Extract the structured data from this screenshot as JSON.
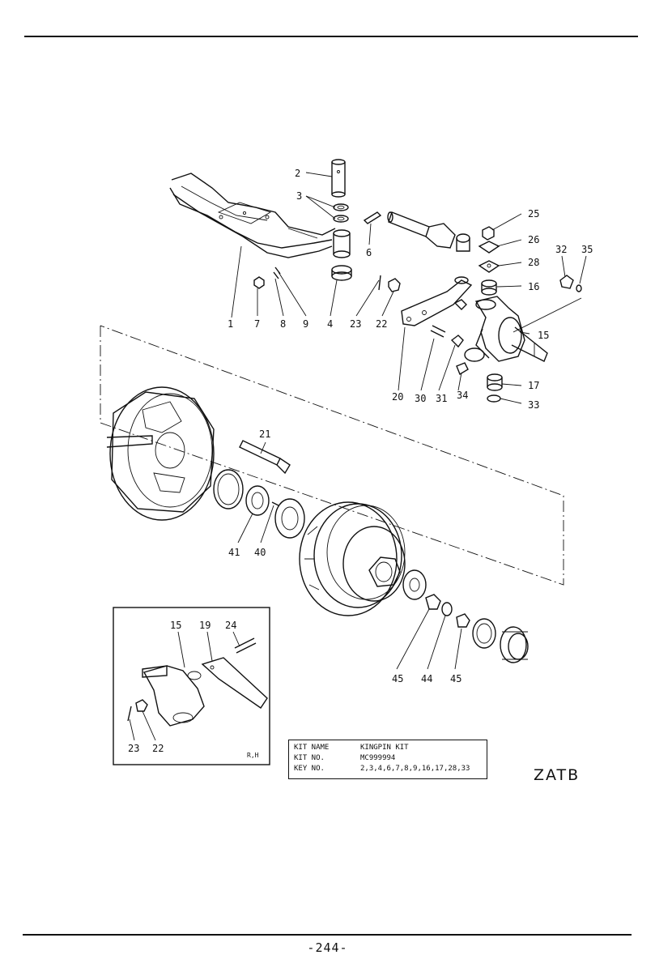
{
  "page": {
    "number": "-244-"
  },
  "diagram_code": "ZATB",
  "kit": {
    "name_key": "KIT  NAME",
    "name_value": "KINGPIN KIT",
    "no_key": "KIT  NO.",
    "no_value": "MC999994",
    "parts_key": "KEY  NO.",
    "parts_value": "2,3,4,6,7,8,9,16,17,28,33"
  },
  "inset": {
    "side_label": "R,H"
  },
  "callouts": {
    "c1": "1",
    "c2": "2",
    "c3": "3",
    "c4": "4",
    "c6": "6",
    "c7": "7",
    "c8": "8",
    "c9": "9",
    "c15": "15",
    "c16": "16",
    "c17": "17",
    "c20": "20",
    "c21": "21",
    "c22": "22",
    "c23": "23",
    "c25": "25",
    "c26": "26",
    "c28": "28",
    "c30": "30",
    "c31": "31",
    "c32": "32",
    "c33": "33",
    "c34": "34",
    "c35": "35",
    "c40": "40",
    "c41": "41",
    "c44": "44",
    "c45a": "45",
    "c45b": "45",
    "i15": "15",
    "i19": "19",
    "i24": "24",
    "i23": "23",
    "i22": "22"
  }
}
